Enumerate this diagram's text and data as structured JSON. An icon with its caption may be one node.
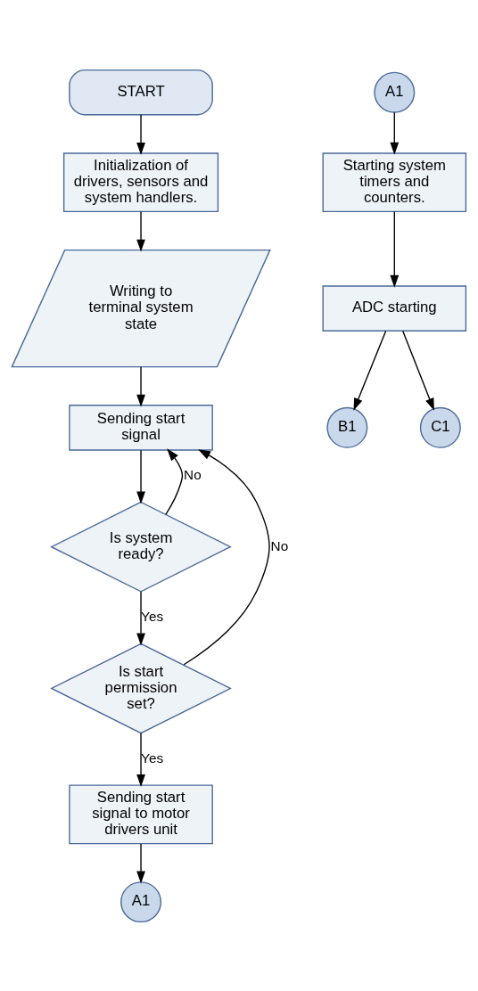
{
  "diagram": {
    "nodes": [
      {
        "text": [
          "START"
        ]
      },
      {
        "text": [
          "Initialization of drivers, sensors and system handlers."
        ]
      },
      {
        "text": [
          "Writing to terminal system state"
        ]
      },
      {
        "text": [
          "Sending start signal"
        ]
      },
      {
        "text": [
          "Is system ready?"
        ]
      },
      {
        "text": [
          "Is start permission set?"
        ]
      },
      {
        "text": [
          "Sending start signal to motor drivers unit"
        ]
      },
      {
        "text": [
          "A1"
        ]
      },
      {
        "text": [
          "A1"
        ]
      },
      {
        "text": [
          "Starting system timers and counters."
        ]
      },
      {
        "text": [
          "ADC starting"
        ]
      },
      {
        "text": [
          "B1"
        ]
      },
      {
        "text": [
          "C1"
        ]
      }
    ],
    "edges": [
      {
        "from": 0,
        "to": 1,
        "arrow": "to"
      },
      {
        "from": 1,
        "to": 2,
        "arrow": "to"
      },
      {
        "from": 2,
        "to": 3,
        "arrow": "to"
      },
      {
        "from": 3,
        "to": 4,
        "arrow": "to"
      },
      {
        "from": 4,
        "to": 5,
        "arrow": "to",
        "label": "Yes"
      },
      {
        "from": 4,
        "to": 3,
        "arrow": "to",
        "label": "No"
      },
      {
        "from": 5,
        "to": 3,
        "arrow": "to",
        "label": "No"
      },
      {
        "from": 5,
        "to": 6,
        "arrow": "to",
        "label": "Yes"
      },
      {
        "from": 6,
        "to": 7,
        "arrow": "to"
      },
      {
        "from": 8,
        "to": 9,
        "arrow": "to"
      },
      {
        "from": 9,
        "to": 10,
        "arrow": "to"
      },
      {
        "from": 10,
        "to": 11,
        "arrow": "to"
      },
      {
        "from": 10,
        "to": 12,
        "arrow": "to"
      }
    ]
  }
}
